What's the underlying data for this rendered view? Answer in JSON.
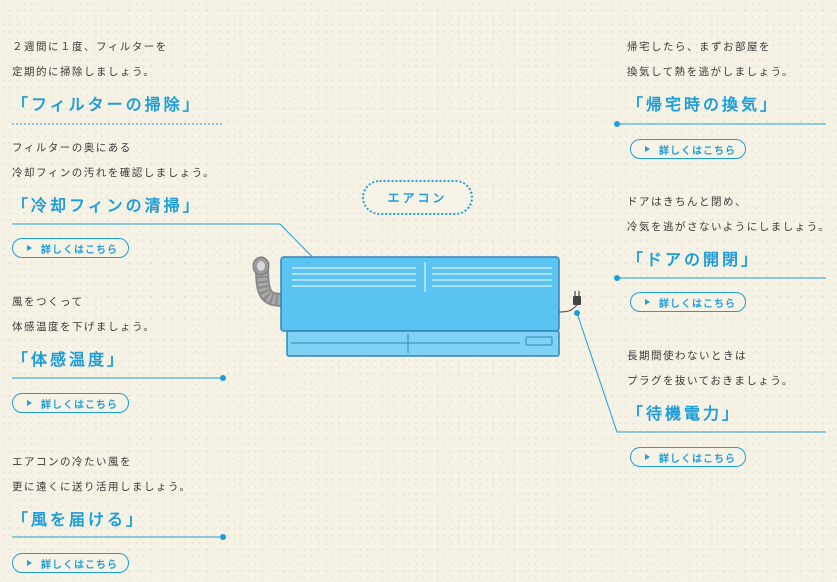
{
  "center_label": "エアコン",
  "more_label": "詳しくはこちら",
  "left": [
    {
      "desc": "２週間に１度、フィルターを\n定期的に掃除しましょう。",
      "title": "「フィルターの掃除」"
    },
    {
      "desc": "フィルターの奥にある\n冷却フィンの汚れを確認しましょう。",
      "title": "「冷却フィンの清掃」"
    },
    {
      "desc": "風をつくって\n体感温度を下げましょう。",
      "title": "「体感温度」"
    },
    {
      "desc": "エアコンの冷たい風を\n更に遠くに送り活用しましょう。",
      "title": "「風を届ける」"
    }
  ],
  "right": [
    {
      "desc": "帰宅したら、まずお部屋を\n換気して熱を逃がしましょう。",
      "title": "「帰宅時の換気」"
    },
    {
      "desc": "ドアはきちんと閉め、\n冷気を逃がさないようにしましょう。",
      "title": "「ドアの開閉」"
    },
    {
      "desc": "長期間使わないときは\nプラグを抜いておきましょう。",
      "title": "「待機電力」"
    }
  ],
  "colors": {
    "accent": "#1d9ed9",
    "unit_body": "#5bc3f2",
    "background": "#f6f3e6"
  },
  "icons": {
    "button_arrow": "triangle-right-icon"
  }
}
